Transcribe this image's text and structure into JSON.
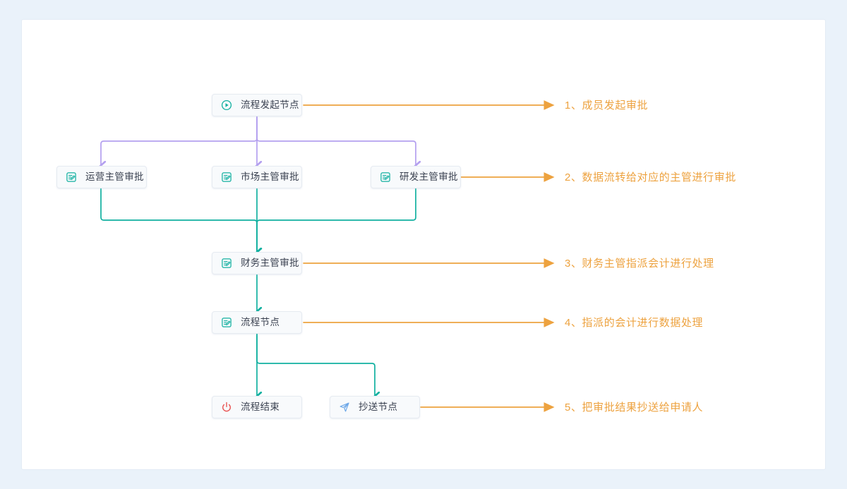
{
  "page": {
    "background": "#eaf2fa",
    "card_background": "#ffffff"
  },
  "colors": {
    "orange": "#eda23f",
    "purple": "#b4a0ef",
    "teal": "#12b0a0",
    "red": "#e8504f",
    "blue": "#6ea8e8",
    "node_text": "#3b4251"
  },
  "nodes": [
    {
      "id": "start",
      "label": "流程发起节点",
      "icon": "play-circle-icon",
      "icon_color": "#12b0a0"
    },
    {
      "id": "ops",
      "label": "运营主管审批",
      "icon": "approval-doc-icon",
      "icon_color": "#12b0a0"
    },
    {
      "id": "market",
      "label": "市场主管审批",
      "icon": "approval-doc-icon",
      "icon_color": "#12b0a0"
    },
    {
      "id": "rd",
      "label": "研发主管审批",
      "icon": "approval-doc-icon",
      "icon_color": "#12b0a0"
    },
    {
      "id": "finance",
      "label": "财务主管审批",
      "icon": "approval-doc-icon",
      "icon_color": "#12b0a0"
    },
    {
      "id": "process",
      "label": "流程节点",
      "icon": "approval-doc-icon",
      "icon_color": "#12b0a0"
    },
    {
      "id": "end",
      "label": "流程结束",
      "icon": "power-icon",
      "icon_color": "#e8504f"
    },
    {
      "id": "cc",
      "label": "抄送节点",
      "icon": "send-plane-icon",
      "icon_color": "#6ea8e8"
    }
  ],
  "steps": [
    {
      "num": "1",
      "text": "1、成员发起审批"
    },
    {
      "num": "2",
      "text": "2、数据流转给对应的主管进行审批"
    },
    {
      "num": "3",
      "text": "3、财务主管指派会计进行处理"
    },
    {
      "num": "4",
      "text": "4、指派的会计进行数据处理"
    },
    {
      "num": "5",
      "text": "5、把审批结果抄送给申请人"
    }
  ]
}
